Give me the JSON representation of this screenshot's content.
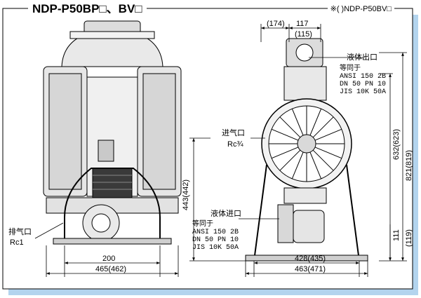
{
  "header": {
    "title": "NDP-P50BP□、BV□",
    "subtitle": "※( )NDP-P50BV□"
  },
  "labels": {
    "outlet": "液体出口",
    "outlet_specs": [
      "等同于",
      "ANSI 150 2B",
      "DN 50 PN 10",
      "JIS 10K 50A"
    ],
    "air_inlet": "进气口",
    "air_inlet_size": "Rc¾",
    "inlet": "液体进口",
    "inlet_specs": [
      "等同于",
      "ANSI 150 2B",
      "DN 50 PN 10",
      "JIS 10K 50A"
    ],
    "exhaust": "排气口",
    "exhaust_size": "Rc1"
  },
  "dimensions": {
    "top_offset": "(174)",
    "top_width": "117",
    "top_width_alt": "(115)",
    "height_total": "821(819)",
    "height_outlet": "632(623)",
    "height_air": "443(442)",
    "height_inlet": "111",
    "height_inlet_alt": "(119)",
    "front_inner": "200",
    "front_outer": "465(462)",
    "side_inner": "428(435)",
    "side_outer": "463(471)"
  },
  "colors": {
    "frame_shadow": "#b3d4ee",
    "line": "#000000",
    "drawing_fill": "#ffffff",
    "drawing_shade": "#e6e6e6",
    "drawing_dark": "#333333"
  }
}
